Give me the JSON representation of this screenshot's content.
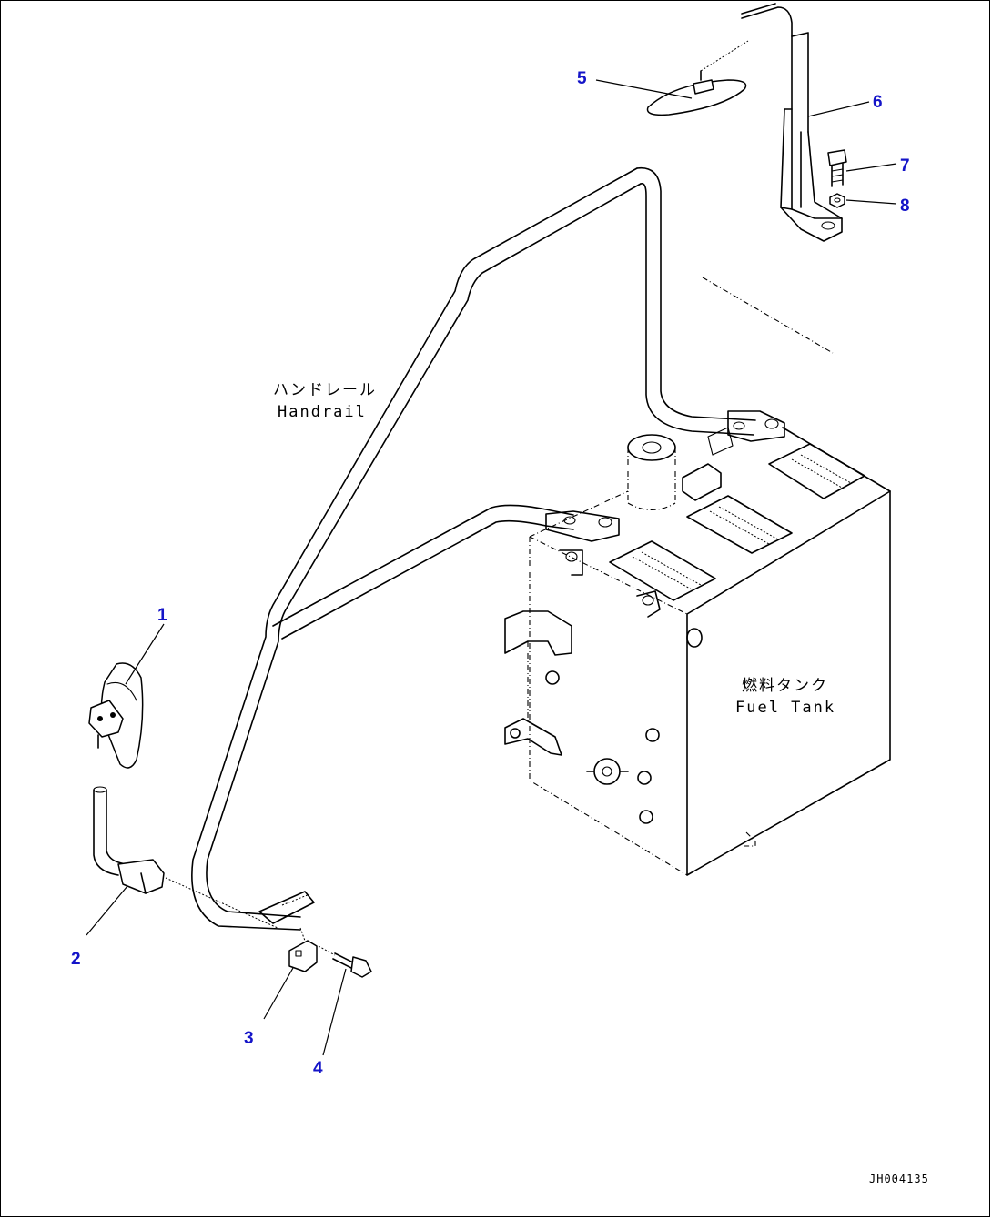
{
  "callouts": {
    "c1": "1",
    "c2": "2",
    "c3": "3",
    "c4": "4",
    "c5": "5",
    "c6": "6",
    "c7": "7",
    "c8": "8"
  },
  "labels": {
    "handrail_jp": "ハンドレール",
    "handrail_en": "Handrail",
    "fuel_tank_jp": "燃料タンク",
    "fuel_tank_en": "Fuel Tank"
  },
  "drawing_code": "JH004135",
  "colors": {
    "callout": "#1414c8",
    "line": "#000000",
    "background": "#ffffff"
  }
}
